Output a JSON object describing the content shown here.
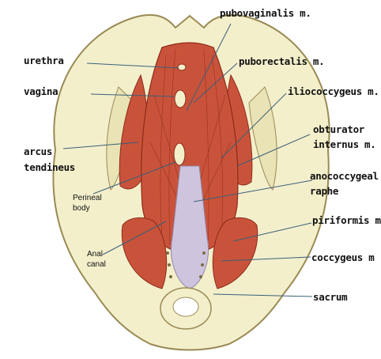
{
  "labels": {
    "pubovaginalis": "pubovaginalis m.",
    "urethra": "urethra",
    "puborectalis": "puborectalis m.",
    "vagina": "vagina",
    "iliococcygeus": "iliococcygeus m.",
    "obturator_1": "obturator",
    "obturator_2": "internus m.",
    "arcus": "arcus",
    "tendineus": "tendineus",
    "anococcygeal_1": "anococcygeal",
    "anococcygeal_2": "raphe",
    "perineal_1": "Perineal",
    "perineal_2": "body",
    "piriformis": "piriformis m",
    "anal_1": "Anal",
    "anal_2": "canal",
    "coccygeus": "coccygeus m",
    "sacrum": "sacrum"
  },
  "colors": {
    "bone": "#f3efcb",
    "bone_edge": "#9a8a55",
    "muscle": "#c9533a",
    "muscle_dark": "#8e2a1a",
    "raphe": "#cfc4de",
    "leader": "#3a5f78"
  }
}
